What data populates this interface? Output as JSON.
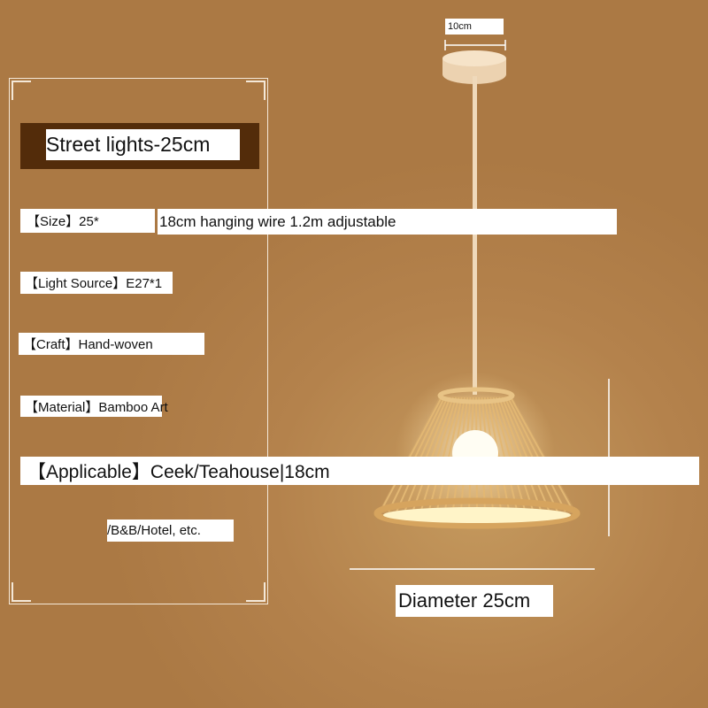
{
  "title": "Street lights-25cm",
  "specs": {
    "size_label": "【Size】25*",
    "size_rest": "18cm hanging wire 1.2m adjustable",
    "light_source": "【Light Source】E27*1",
    "craft": "【Craft】Hand-woven",
    "material": "【Material】Bamboo Art",
    "applicable": "【Applicable】Ceek/Teahouse|18cm",
    "applicable_cont": "/B&B/Hotel, etc."
  },
  "dimensions": {
    "canopy": "10cm",
    "diameter": "Diameter 25cm"
  },
  "colors": {
    "background": "#ad7a45",
    "title_bar": "#532c0a"
  }
}
